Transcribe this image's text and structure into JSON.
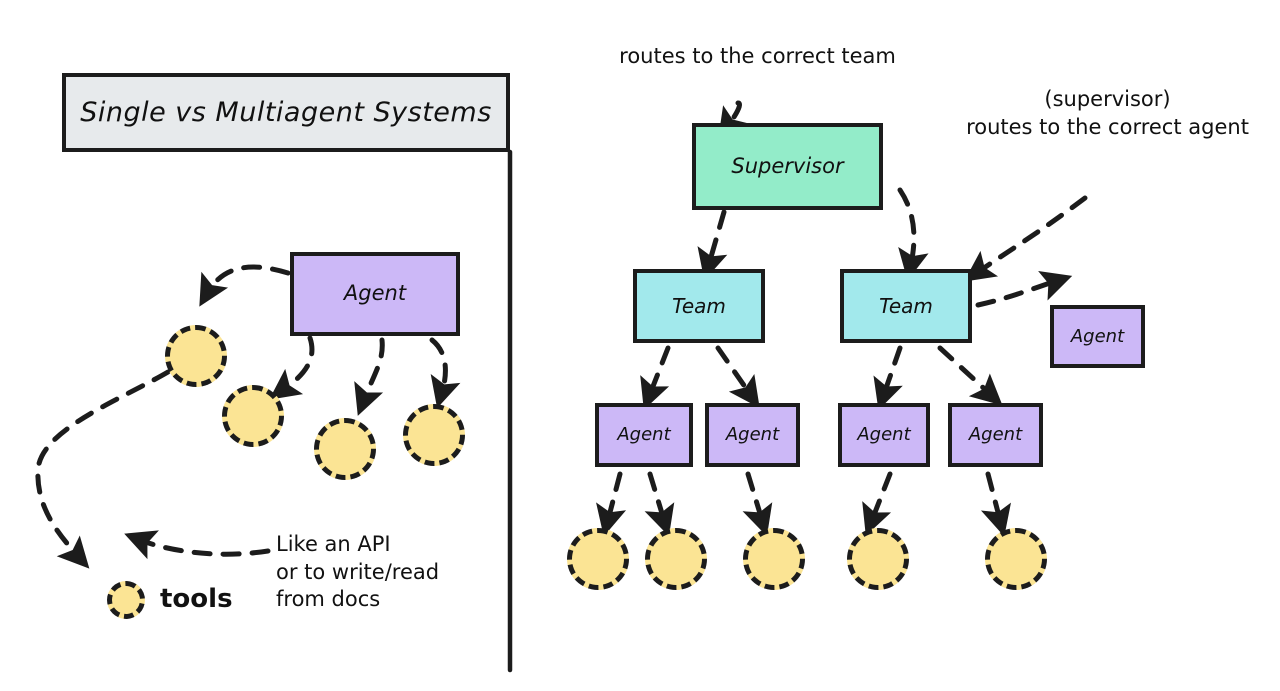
{
  "diagram": {
    "title": "Single vs Multiagent Systems",
    "background_color": "#ffffff",
    "stroke_color": "#1c1c1c",
    "palette": {
      "title_fill": "#e7eaec",
      "agent_fill": "#ccb8f7",
      "team_fill": "#a2e9ec",
      "supervisor_fill": "#93ecc9",
      "tool_fill": "#fbe494"
    }
  },
  "left_panel": {
    "agent_box_label": "Agent",
    "tools_legend_label": "tools",
    "tools_note": "Like an API\nor to write/read\nfrom docs",
    "tool_circles_count": 4
  },
  "right_panel": {
    "supervisor_label": "Supervisor",
    "annotation_top": "routes to the correct team",
    "annotation_right": "(supervisor)\nroutes to the correct agent",
    "teams": [
      {
        "label": "Team"
      },
      {
        "label": "Team"
      }
    ],
    "agents": [
      {
        "label": "Agent"
      },
      {
        "label": "Agent"
      },
      {
        "label": "Agent"
      },
      {
        "label": "Agent"
      }
    ],
    "callout_agent_label": "Agent",
    "tool_circles_count": 5
  }
}
